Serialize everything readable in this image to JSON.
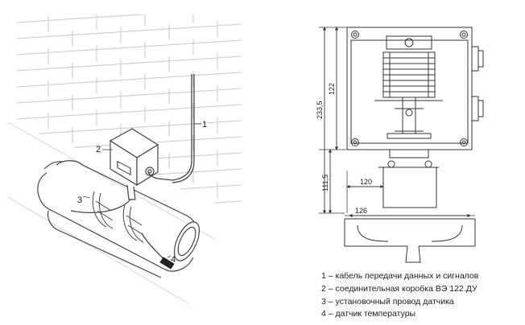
{
  "callouts": {
    "c1": "1",
    "c2": "2",
    "c3": "3",
    "c4": "4"
  },
  "dimensions": {
    "d122": "122",
    "d233": "233,5",
    "d111": "111,5",
    "d120": "120",
    "d126": "126"
  },
  "legend": [
    "1 – кабель передачи данных и сигналов",
    "2 – соединительная коробка ВЭ 122.ДУ",
    "3 – установочный провод датчика",
    "4 – датчик температуры"
  ]
}
